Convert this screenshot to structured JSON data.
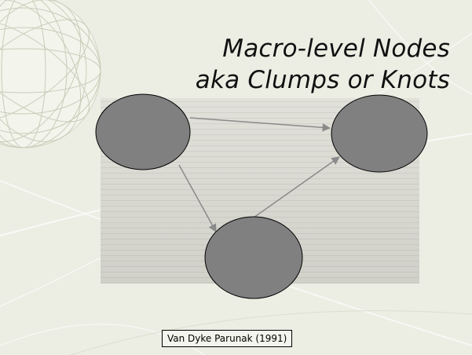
{
  "slide": {
    "title_line_1": "Macro-level Nodes",
    "title_line_2": "aka Clumps or Knots",
    "citation": "Van Dyke Parunak (1991)"
  },
  "diagram": {
    "nodes": [
      "node-top-left",
      "node-top-right",
      "node-bottom"
    ],
    "edges": [
      {
        "from": "node-top-left",
        "to": "node-top-right"
      },
      {
        "from": "node-top-left",
        "to": "node-bottom"
      },
      {
        "from": "node-bottom",
        "to": "node-top-right"
      }
    ]
  },
  "colors": {
    "background": "#eceee4",
    "node_fill": "#808080",
    "node_stroke": "#000000",
    "edge": "#8a8a8a",
    "decoration": "#c9cdb8"
  }
}
